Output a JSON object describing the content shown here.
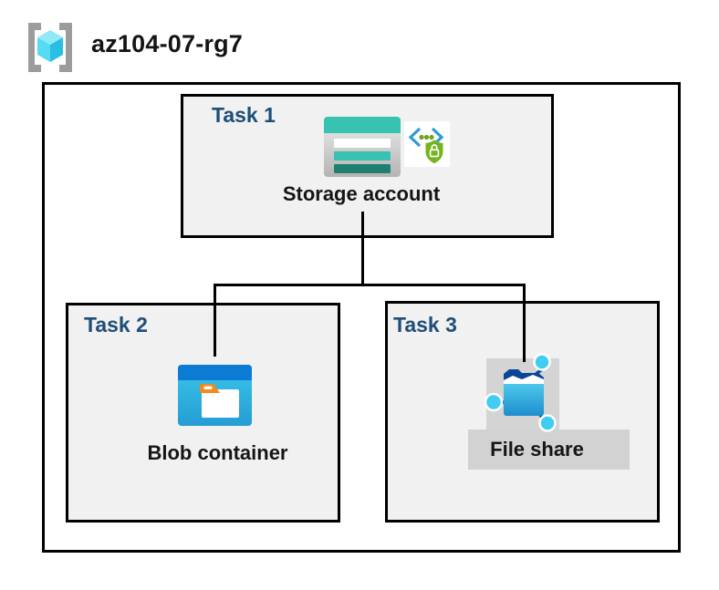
{
  "header": {
    "title": "az104-07-rg7",
    "icon": "resource-group-icon"
  },
  "tasks": [
    {
      "label": "Task 1",
      "resource": "Storage account",
      "icons": [
        "storage-account-icon",
        "sas-lock-icon"
      ]
    },
    {
      "label": "Task 2",
      "resource": "Blob container",
      "icons": [
        "blob-container-icon"
      ]
    },
    {
      "label": "Task 3",
      "resource": "File share",
      "icons": [
        "file-share-icon"
      ]
    }
  ],
  "connections": [
    {
      "from": "Storage account",
      "to": "Blob container"
    },
    {
      "from": "Storage account",
      "to": "File share"
    }
  ],
  "colors": {
    "task_label_blue": "#1F4E79",
    "box_fill_gray": "#F1F1F1",
    "backdrop_gray": "#D4D4D4",
    "storage_teal": "#37C2B1",
    "storage_teal_dark": "#20806F",
    "blob_header_blue": "#0C7BD4",
    "blob_body_cyan": "#35C1E8",
    "blob_tag_orange": "#F28A1C",
    "fileshare_navy": "#0A4696",
    "fileshare_node_cyan": "#41CDF2",
    "sas_bracket_blue": "#2F9AD9",
    "sas_shield_green": "#74B41F",
    "rg_cube_cyan": "#55DCF4",
    "rg_bracket_gray": "#9C9C9C"
  }
}
